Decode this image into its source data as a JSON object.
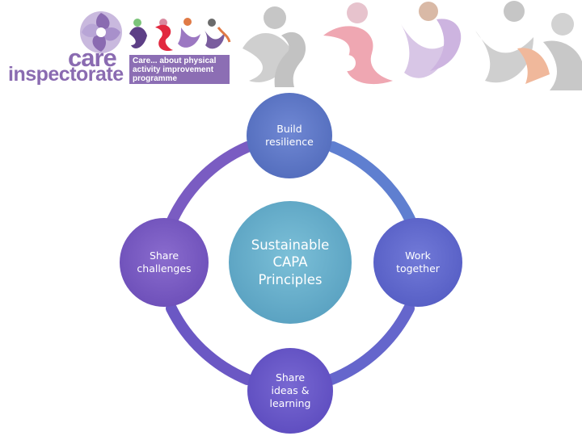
{
  "logo": {
    "care": "care",
    "inspectorate": "inspectorate",
    "programme_lines": [
      "Care... about physical",
      "activity improvement",
      "programme"
    ]
  },
  "diagram": {
    "center": {
      "lines": [
        "Sustainable",
        "CAPA",
        "Principles"
      ],
      "color": "#6aaec9"
    },
    "nodes": {
      "top": {
        "lines": [
          "Build",
          "resilience"
        ],
        "color": "#5f78c6"
      },
      "right": {
        "lines": [
          "Work",
          "together"
        ],
        "color": "#636bd0"
      },
      "bottom": {
        "lines": [
          "Share",
          "ideas &",
          "learning"
        ],
        "color": "#6b5ac9"
      },
      "left": {
        "lines": [
          "Share",
          "challenges"
        ],
        "color": "#7a5cc2"
      }
    }
  },
  "colors": {
    "brand_purple": "#8a6bb1",
    "ring_blue": "#5f7fd0",
    "ring_purple": "#6e58c4"
  }
}
